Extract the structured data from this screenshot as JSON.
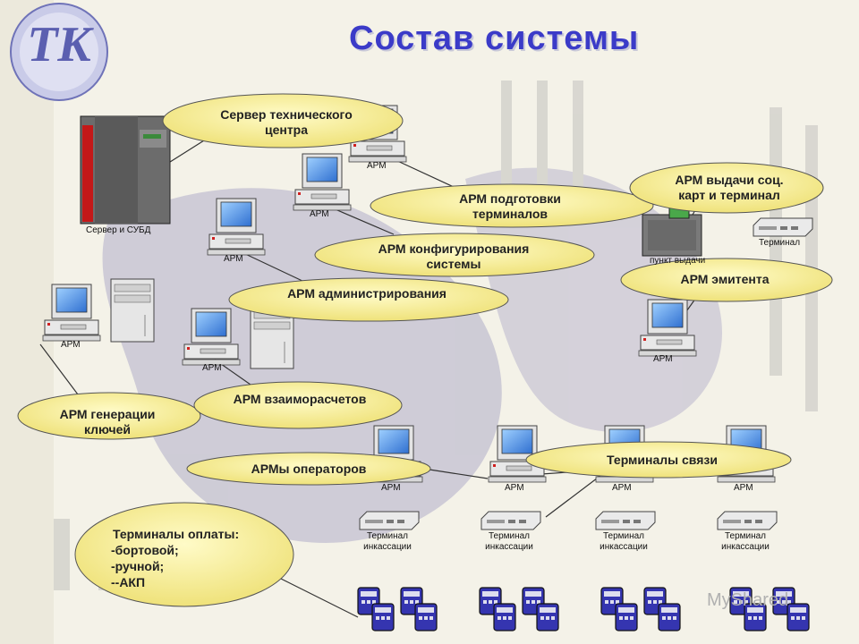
{
  "title": "Состав системы",
  "logo_text": "TK",
  "callouts": {
    "server_tc": "Сервер технического центра",
    "arm_prep": "АРМ подготовки терминалов",
    "arm_config": "АРМ конфигурирования системы",
    "arm_admin": "АРМ администрирования",
    "arm_social": "АРМ выдачи соц. карт и терминал",
    "arm_issuer": "АРМ эмитента",
    "arm_keys": "АРМ генерации ключей",
    "arm_settle": "АРМ взаиморасчетов",
    "arm_ops": "АРМы операторов",
    "terminals_link": "Терминалы связи"
  },
  "payment": {
    "title": "Терминалы оплаты:",
    "items": [
      "-бортовой;",
      "-ручной;",
      "--АКП"
    ]
  },
  "labels": {
    "server_db": "Сервер и СУБД",
    "arm": "АРМ",
    "terminal": "Терминал",
    "collection_terminal_l1": "Терминал",
    "collection_terminal_l2": "инкассации",
    "point_label": "пункт выдачи"
  },
  "watermark": "MyShared",
  "colors": {
    "title": "#3b3bc8",
    "callout_fill": "#f7ef8c",
    "server_red": "#c41818"
  }
}
